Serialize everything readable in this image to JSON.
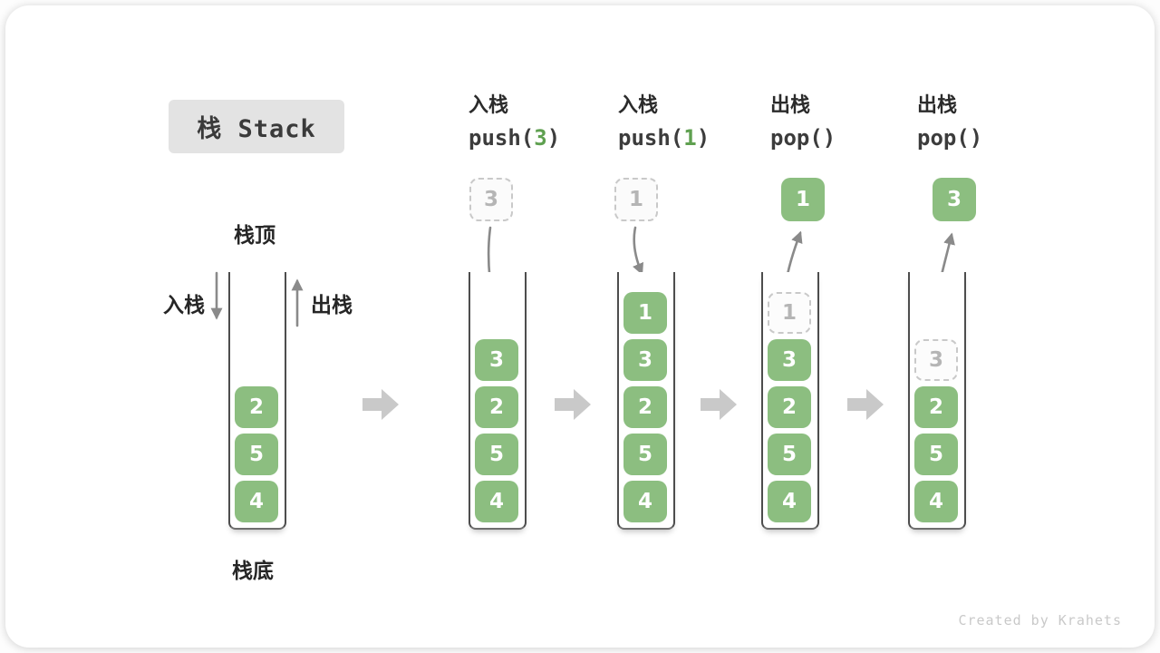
{
  "title": "栈 Stack",
  "watermark": "Created by Krahets",
  "stack1_labels": {
    "top": "栈顶",
    "bottom": "栈底",
    "push": "入栈",
    "pop": "出栈"
  },
  "colors": {
    "box_green": "#8CBE80",
    "code_green": "#5FA050",
    "arrow_gray": "#8a8a8a",
    "block_arrow_gray": "#c9c9c9",
    "title_bg": "#e3e3e3",
    "ghost_border": "#c9c9c9",
    "ghost_text": "#b5b5b5"
  },
  "columns": [
    {
      "name": "initial-stack",
      "items": [
        {
          "v": "2"
        },
        {
          "v": "5"
        },
        {
          "v": "4"
        }
      ]
    },
    {
      "name": "stage-push-3",
      "header": {
        "cn": "入栈",
        "code_pre": "push(",
        "code_arg": "3",
        "code_post": ")"
      },
      "floating": {
        "v": "3",
        "ghost": true
      },
      "items": [
        {
          "v": "3"
        },
        {
          "v": "2"
        },
        {
          "v": "5"
        },
        {
          "v": "4"
        }
      ]
    },
    {
      "name": "stage-push-1",
      "header": {
        "cn": "入栈",
        "code_pre": "push(",
        "code_arg": "1",
        "code_post": ")"
      },
      "floating": {
        "v": "1",
        "ghost": true
      },
      "items": [
        {
          "v": "1"
        },
        {
          "v": "3"
        },
        {
          "v": "2"
        },
        {
          "v": "5"
        },
        {
          "v": "4"
        }
      ]
    },
    {
      "name": "stage-pop-1",
      "header": {
        "cn": "出栈",
        "code_pre": "pop(",
        "code_arg": "",
        "code_post": ")"
      },
      "floating": {
        "v": "1",
        "ghost": false
      },
      "items": [
        {
          "v": "1",
          "ghost": true
        },
        {
          "v": "3"
        },
        {
          "v": "2"
        },
        {
          "v": "5"
        },
        {
          "v": "4"
        }
      ]
    },
    {
      "name": "stage-pop-3",
      "header": {
        "cn": "出栈",
        "code_pre": "pop(",
        "code_arg": "",
        "code_post": ")"
      },
      "floating": {
        "v": "3",
        "ghost": false
      },
      "items": [
        {
          "v": "3",
          "ghost": true
        },
        {
          "v": "2"
        },
        {
          "v": "5"
        },
        {
          "v": "4"
        }
      ]
    }
  ]
}
